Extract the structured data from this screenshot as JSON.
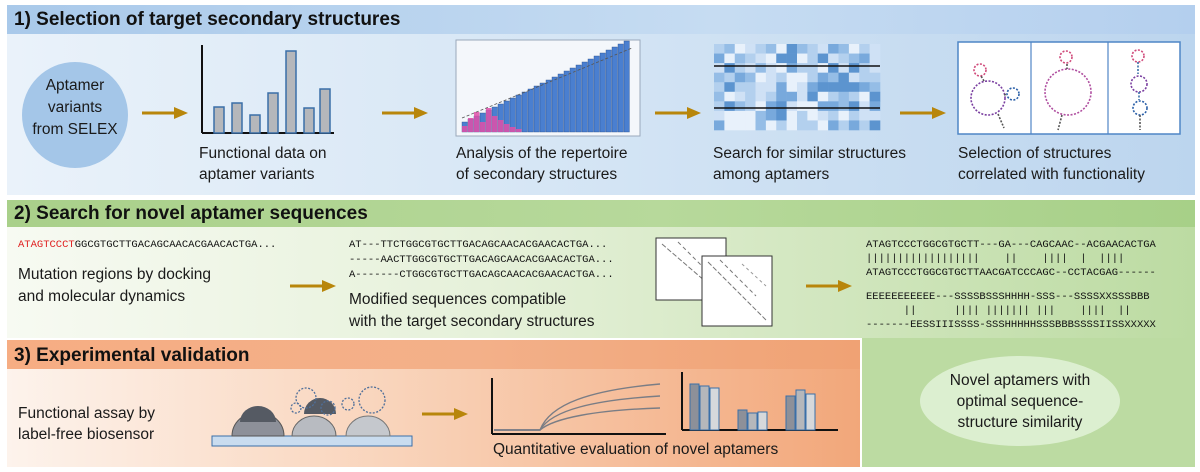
{
  "section1": {
    "title": "1)   Selection of target secondary structures",
    "bubble": [
      "Aptamer",
      "variants",
      "from SELEX"
    ],
    "steps": [
      [
        "Functional data on",
        "aptamer variants"
      ],
      [
        "Analysis of the repertoire",
        "of secondary structures"
      ],
      [
        "Search for similar structures",
        "among aptamers"
      ],
      [
        "Selection of structures",
        "correlated with functionality"
      ]
    ]
  },
  "section2": {
    "title": "2)   Search for novel aptamer sequences",
    "seq_highlight": "ATAGTCCCT",
    "seq_rest": "GGCGTGCTTGACAGCAACACGAACACTGA...",
    "mutation_label": [
      "Mutation regions by docking",
      "and molecular dynamics"
    ],
    "aligned_seqs": [
      "AT---TTCTGGCGTGCTTGACAGCAACACGAACACTGA...",
      "-----AACTTGGCGTGCTTGACAGCAACACGAACACTGA...",
      "A-------CTGGCGTGCTTGACAGCAACACGAACACTGA..."
    ],
    "modified_label": [
      "Modified sequences compatible",
      "with the target secondary structures"
    ],
    "alignment": [
      "ATAGTCCCTGGCGTGCTT---GA---CAGCAAC--ACGAACACTGA",
      "||||||||||||||||||    ||    ||||  |  ||||",
      "ATAGTCCCTGGCGTGCTTAACGATCCCAGC--CCTACGAG------"
    ],
    "structure_alignment": [
      "EEEEEEEEEEE---SSSSBSSSHHHH-SSS---SSSSXXSSSBBB",
      "      ||      |||| ||||||| |||    ||||  ||",
      "-------EESSIIISSSS-SSSHHHHHSSSBBBSSSSIISSXXXXX"
    ]
  },
  "section3": {
    "title": "3)   Experimental validation",
    "assay_label": [
      "Functional assay by",
      "label-free biosensor"
    ],
    "eval_label": "Quantitative evaluation of novel aptamers"
  },
  "result": [
    "Novel aptamers with",
    "optimal sequence-",
    "structure similarity"
  ],
  "colors": {
    "blue_panel": "#c9dcef",
    "green_panel": "#b5d79c",
    "orange_panel": "#f2a77a",
    "arrow": "#b8860b",
    "highlight": "#e02020"
  }
}
